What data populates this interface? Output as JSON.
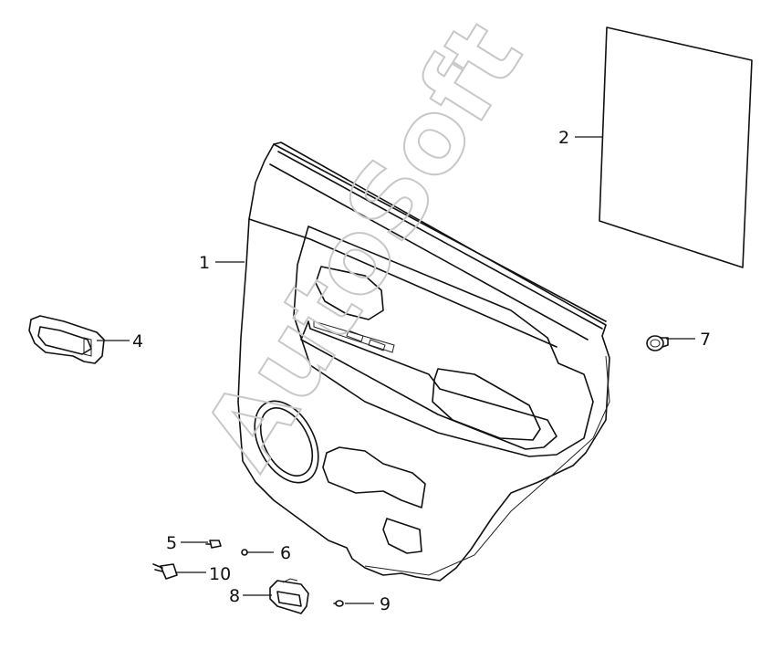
{
  "watermark": "AutoSoft",
  "callouts": {
    "c1": "1",
    "c2": "2",
    "c4": "4",
    "c5": "5",
    "c6": "6",
    "c7": "7",
    "c8": "8",
    "c9": "9",
    "c10": "10"
  }
}
